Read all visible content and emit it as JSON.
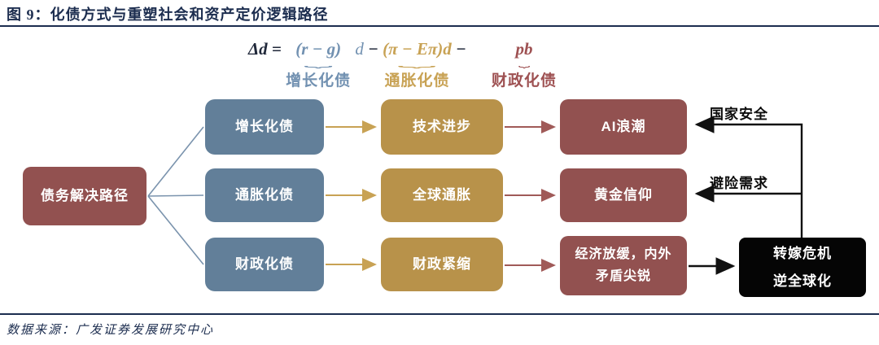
{
  "title": "图 9：化债方式与重塑社会和资产定价逻辑路径",
  "source": "数据来源：广发证券发展研究中心",
  "colors": {
    "navy": "#1c2d4f",
    "box_blue": "#627f99",
    "box_gold": "#b8924a",
    "box_maroon": "#925150",
    "box_black": "#050505",
    "arrow_gold": "#c8a254",
    "arrow_red": "#a05a58",
    "arrow_black": "#111111",
    "fan_line_blue": "#7a93ad",
    "formula_blue": "#7291b1",
    "formula_gold": "#c8a254",
    "formula_maroon": "#9e5152"
  },
  "formula": {
    "lhs": "Δd = ",
    "growth_math": "(r − g)",
    "growth_d": " d ",
    "minus1": "− ",
    "inflation_math": "(π − Eπ)d",
    "minus2": " − ",
    "fiscal_math": "pb",
    "growth_label": "增长化债",
    "inflation_label": "通胀化债",
    "fiscal_label": "财政化债",
    "brace": "⏟"
  },
  "nodes": {
    "root": {
      "label": "债务解决路径"
    },
    "rows": [
      {
        "stage1": "增长化债",
        "stage2": "技术进步",
        "stage3": "AI浪潮"
      },
      {
        "stage1": "通胀化债",
        "stage2": "全球通胀",
        "stage3": "黄金信仰"
      },
      {
        "stage1": "财政化债",
        "stage2": "财政紧缩",
        "stage3_line1": "经济放缓，内外",
        "stage3_line2": "矛盾尖锐"
      }
    ],
    "sink": {
      "line1": "转嫁危机",
      "line2": "逆全球化"
    },
    "feedback_labels": {
      "top": "国家安全",
      "middle": "避险需求"
    }
  }
}
